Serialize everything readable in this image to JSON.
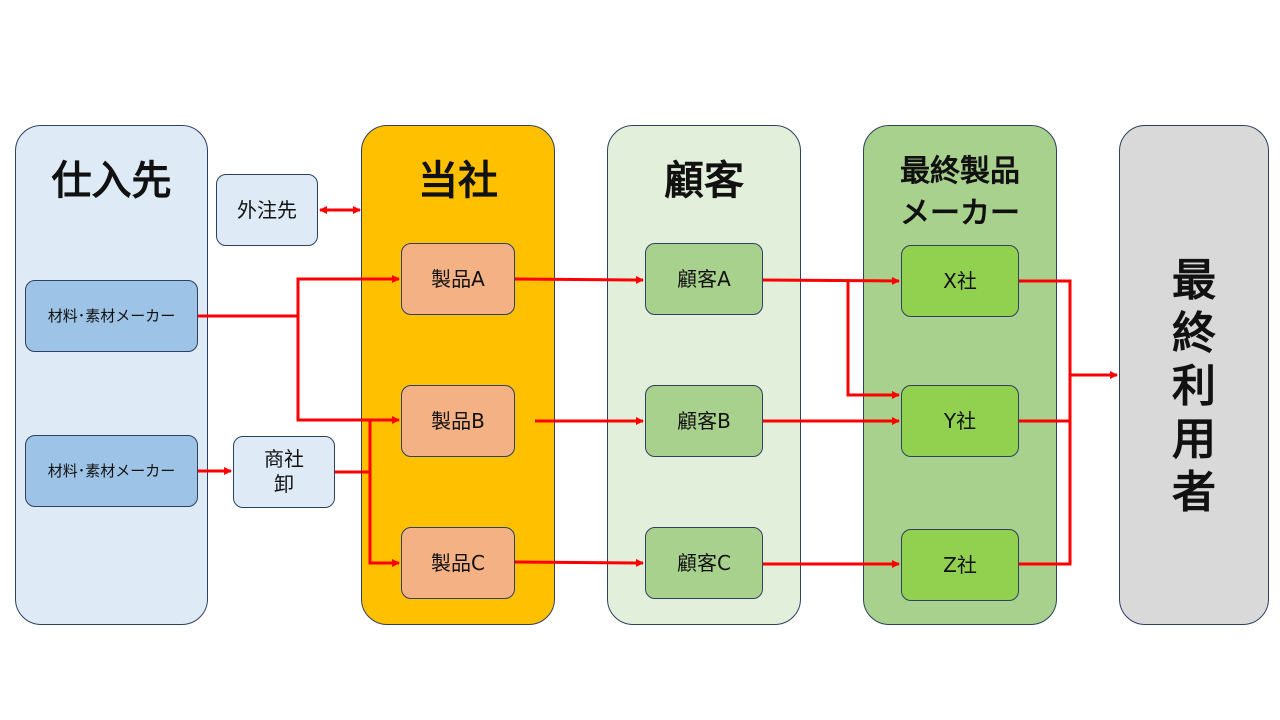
{
  "columns": {
    "supplier": {
      "title": "仕入先",
      "color": "#deebf7"
    },
    "our_company": {
      "title": "当社",
      "color": "#ffc000"
    },
    "customer": {
      "title": "顧客",
      "color": "#e2efda"
    },
    "final_maker": {
      "title_line1": "最終製品",
      "title_line2": "メーカー",
      "color": "#a9d18e"
    },
    "end_user": {
      "title_chars": [
        "最",
        "終",
        "利",
        "用",
        "者"
      ],
      "color": "#d9d9d9"
    }
  },
  "boxes": {
    "supplier_1": "材料･素材メーカー",
    "supplier_2": "材料･素材メーカー",
    "outsource": "外注先",
    "trading_line1": "商社",
    "trading_line2": "卸",
    "product_a": "製品A",
    "product_b": "製品B",
    "product_c": "製品C",
    "customer_a": "顧客A",
    "customer_b": "顧客B",
    "customer_c": "顧客C",
    "company_x": "X社",
    "company_y": "Y社",
    "company_z": "Z社"
  },
  "colors": {
    "arrow": "#ff0000",
    "border": "#2f3f5f"
  }
}
